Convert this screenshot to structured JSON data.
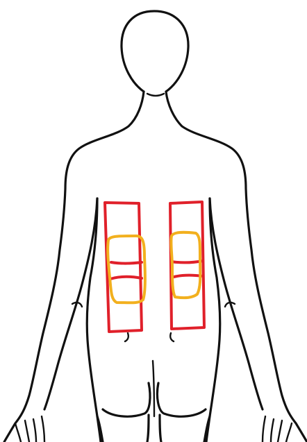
{
  "figure": {
    "subject": "body-outline-back-view",
    "colors": {
      "outline": "#111111",
      "red_zone": "#e0202a",
      "yellow_zone": "#f2b01e",
      "background": "#ffffff"
    },
    "zones": [
      {
        "name": "left-paraspinal-red",
        "color": "red"
      },
      {
        "name": "right-paraspinal-red",
        "color": "red"
      },
      {
        "name": "left-lumbar-yellow",
        "color": "yellow"
      },
      {
        "name": "right-lumbar-yellow",
        "color": "yellow"
      }
    ]
  }
}
